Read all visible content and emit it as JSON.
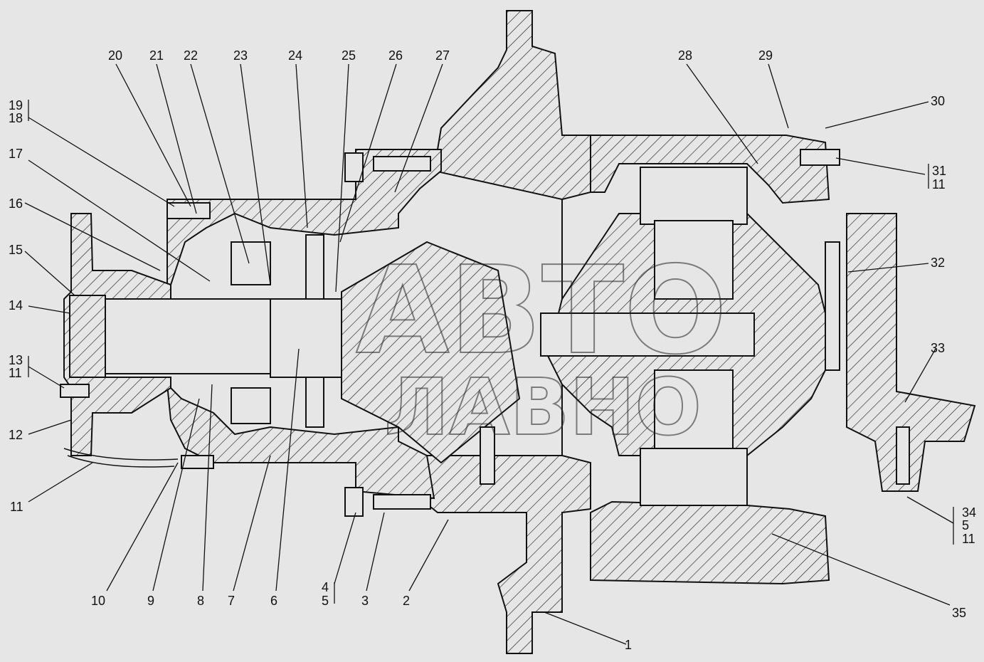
{
  "labels": {
    "l1": "1",
    "l2": "2",
    "l3": "3",
    "l4": "4",
    "l5a": "5",
    "l6": "6",
    "l7": "7",
    "l8": "8",
    "l9": "9",
    "l10": "10",
    "l11a": "11",
    "l11b": "11",
    "l11c": "11",
    "l11d": "11",
    "l12": "12",
    "l13": "13",
    "l14": "14",
    "l15": "15",
    "l16": "16",
    "l17": "17",
    "l18": "18",
    "l19": "19",
    "l20": "20",
    "l21": "21",
    "l22": "22",
    "l23": "23",
    "l24": "24",
    "l25": "25",
    "l26": "26",
    "l27": "27",
    "l28": "28",
    "l29": "29",
    "l30": "30",
    "l31": "31",
    "l32": "32",
    "l33": "33",
    "l34": "34",
    "l5b": "5",
    "l35": "35"
  },
  "watermark": {
    "line1": "АВТО",
    "line2": "ЛАВНО"
  },
  "colors": {
    "background": "#e6e6e6",
    "ink": "#111111"
  }
}
